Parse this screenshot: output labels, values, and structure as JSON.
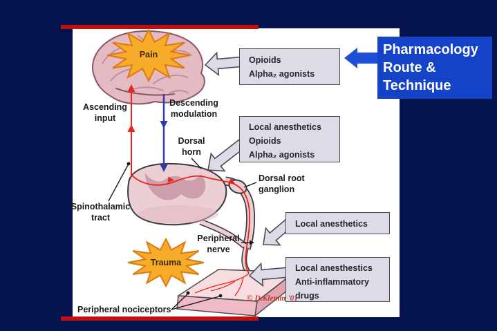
{
  "slide": {
    "background_color": "#03134B",
    "accent_bar_color": "#C01010",
    "panel_color": "#FFFFFF"
  },
  "callout": {
    "lines": [
      "Pharmacology",
      "Route &",
      "Technique"
    ],
    "bg_color": "#1543C8",
    "arrow_color": "#1E4FD8"
  },
  "bursts": {
    "pain": {
      "label": "Pain"
    },
    "trauma": {
      "label": "Trauma"
    },
    "fill_color": "#F6AC28",
    "stroke_color": "#DB7A12"
  },
  "boxes": [
    {
      "id": "box-opioids",
      "lines": [
        "Opioids",
        "Alpha₂ agonists"
      ]
    },
    {
      "id": "box-spinal",
      "lines": [
        "Local anesthetics",
        "Opioids",
        "Alpha₂ agonists"
      ]
    },
    {
      "id": "box-nerve",
      "lines": [
        "Local anesthetics"
      ]
    },
    {
      "id": "box-tissue",
      "lines": [
        "Local anesthestics",
        "Anti-inflammatory",
        "drugs"
      ]
    }
  ],
  "labels": {
    "ascending": [
      "Ascending",
      "input"
    ],
    "descending": [
      "Descending",
      "modulation"
    ],
    "dorsal_horn": [
      "Dorsal",
      "horn"
    ],
    "spinothalamic": [
      "Spinothalamic",
      "tract"
    ],
    "dorsal_root_ganglion": [
      "Dorsal root",
      "ganglion"
    ],
    "peripheral_nerve": [
      "Peripheral",
      "nerve"
    ],
    "peripheral_nociceptors": "Peripheral nociceptors",
    "copyright": "© D.Klemm '01"
  },
  "pathway_colors": {
    "ascending_red": "#E8251C",
    "descending_blue": "#2B3BA8"
  }
}
